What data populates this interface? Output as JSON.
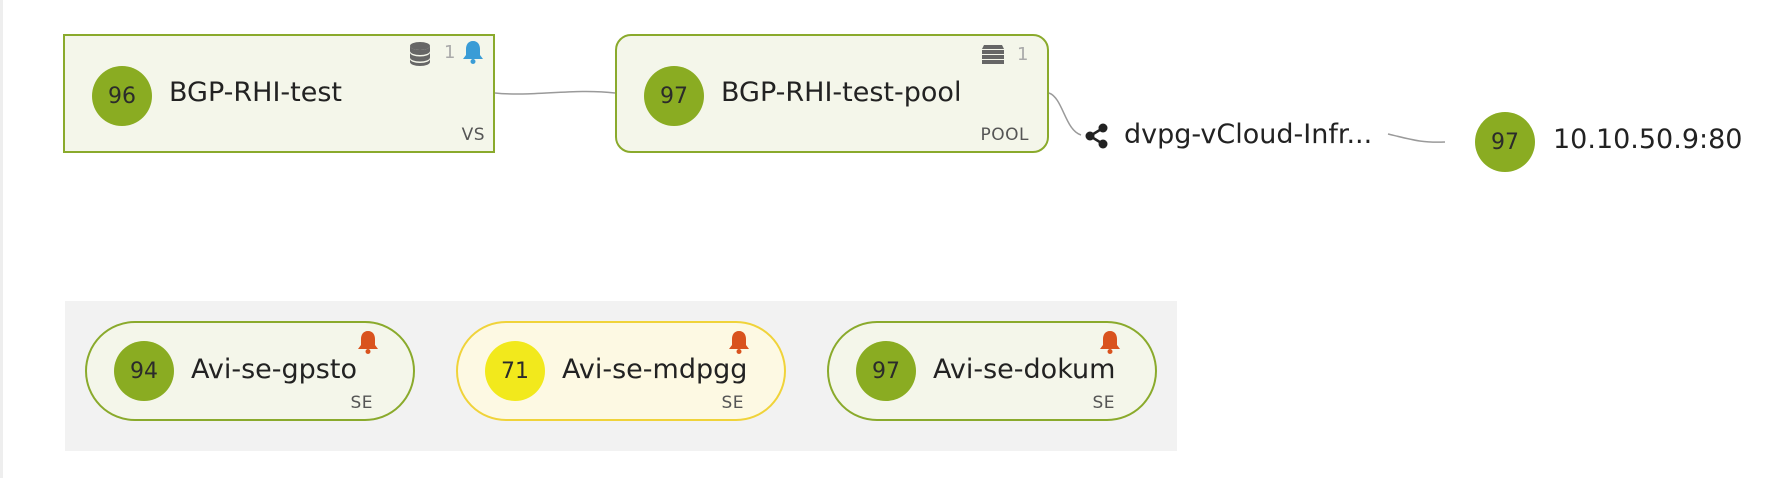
{
  "virtual_service": {
    "health": "96",
    "name": "BGP-RHI-test",
    "type": "VS",
    "count": "1"
  },
  "pool": {
    "health": "97",
    "name": "BGP-RHI-test-pool",
    "type": "POOL",
    "count": "1"
  },
  "network": {
    "name": "dvpg-vCloud-Infr..."
  },
  "server": {
    "health": "97",
    "address": "10.10.50.9:80"
  },
  "service_engines": [
    {
      "health": "94",
      "name": "Avi-se-gpsto",
      "type": "SE",
      "status": "green"
    },
    {
      "health": "71",
      "name": "Avi-se-mdpgg",
      "type": "SE",
      "status": "yellow"
    },
    {
      "health": "97",
      "name": "Avi-se-dokum",
      "type": "SE",
      "status": "green"
    }
  ],
  "colors": {
    "health_green": "#8aac22",
    "health_yellow": "#f2e91c",
    "alert_red": "#d9531e",
    "alert_blue": "#3a9cd6",
    "node_border": "#8aaa2c"
  },
  "icons": {
    "vs_count_icon": "database-icon",
    "vs_alert_icon": "bell-icon",
    "pool_count_icon": "server-stack-icon",
    "network_icon": "share-nodes-icon",
    "se_alert_icon": "bell-icon"
  }
}
